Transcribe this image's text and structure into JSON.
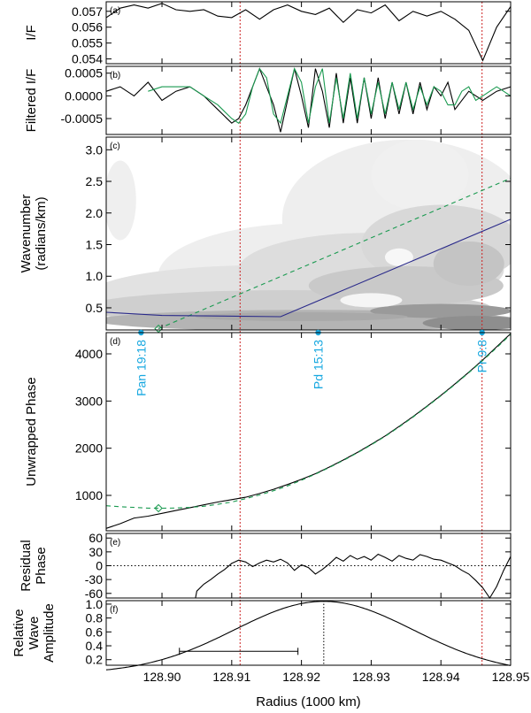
{
  "chart_data": [
    {
      "panel": "a",
      "type": "line",
      "label": "(a)",
      "ylabel": "I/F",
      "xlim": [
        128.892,
        128.95
      ],
      "ylim": [
        0.0537,
        0.0576
      ],
      "yticks": [
        0.054,
        0.055,
        0.056,
        0.057
      ],
      "ytick_labels": [
        "0.054",
        "0.055",
        "0.056",
        "0.057"
      ],
      "series": [
        {
          "color": "#000000",
          "x": [
            128.892,
            128.894,
            128.896,
            128.898,
            128.9,
            128.902,
            128.904,
            128.906,
            128.908,
            128.91,
            128.912,
            128.914,
            128.916,
            128.918,
            128.92,
            128.922,
            128.924,
            128.926,
            128.928,
            128.93,
            128.932,
            128.934,
            128.936,
            128.938,
            128.94,
            128.942,
            128.944,
            128.946,
            128.948,
            128.95
          ],
          "y": [
            0.0566,
            0.0572,
            0.0574,
            0.0572,
            0.0575,
            0.0571,
            0.057,
            0.0571,
            0.0567,
            0.0566,
            0.0571,
            0.0565,
            0.0571,
            0.0574,
            0.057,
            0.0568,
            0.0572,
            0.0563,
            0.0571,
            0.0569,
            0.0574,
            0.0564,
            0.057,
            0.0567,
            0.057,
            0.0565,
            0.0558,
            0.0539,
            0.056,
            0.0573
          ]
        }
      ]
    },
    {
      "panel": "b",
      "type": "line",
      "label": "(b)",
      "ylabel": "Filtered I/F",
      "xlim": [
        128.892,
        128.95
      ],
      "ylim": [
        -0.00085,
        0.00065
      ],
      "yticks": [
        -0.0005,
        0.0,
        0.0005
      ],
      "ytick_labels": [
        "-0.0005",
        "0.0000",
        "0.0005"
      ],
      "series": [
        {
          "color": "#000000",
          "x": [
            128.892,
            128.894,
            128.896,
            128.898,
            128.9,
            128.902,
            128.904,
            128.906,
            128.908,
            128.91,
            128.911,
            128.912,
            128.914,
            128.916,
            128.917,
            128.919,
            128.92,
            128.921,
            128.922,
            128.923,
            128.924,
            128.925,
            128.926,
            128.927,
            128.928,
            128.929,
            128.93,
            128.931,
            128.932,
            128.933,
            128.934,
            128.935,
            128.936,
            128.937,
            128.938,
            128.939,
            128.94,
            128.941,
            128.942,
            128.944,
            128.946,
            128.948,
            128.95
          ],
          "y": [
            0.0001,
            0.0002,
            0.0,
            0.0003,
            -0.0001,
            0.0001,
            0.0002,
            0.0,
            -0.0003,
            -0.0006,
            -0.0005,
            -0.0002,
            0.0006,
            -0.0002,
            -0.0008,
            0.0006,
            0.0,
            -0.0007,
            0.0006,
            0.0001,
            -0.0007,
            0.0005,
            -0.0006,
            0.0004,
            -0.0006,
            0.0004,
            -0.0005,
            0.0004,
            -0.0005,
            0.0003,
            -0.0004,
            0.0003,
            -0.0004,
            0.0003,
            -0.0003,
            0.0002,
            0.0,
            0.0003,
            -0.0003,
            0.0001,
            -0.0001,
            0.0001,
            0.0002
          ]
        },
        {
          "color": "#1a9a50",
          "x": [
            128.898,
            128.9,
            128.902,
            128.904,
            128.906,
            128.908,
            128.91,
            128.911,
            128.912,
            128.913,
            128.914,
            128.915,
            128.916,
            128.917,
            128.918,
            128.919,
            128.92,
            128.921,
            128.922,
            128.923,
            128.924,
            128.925,
            128.926,
            128.927,
            128.928,
            128.929,
            128.93,
            128.931,
            128.932,
            128.933,
            128.934,
            128.935,
            128.936,
            128.937,
            128.938,
            128.939,
            128.94,
            128.941,
            128.942,
            128.943,
            128.944,
            128.945,
            128.946,
            128.947,
            128.948,
            128.949,
            128.95
          ],
          "y": [
            0.0001,
            0.0002,
            0.0002,
            0.0002,
            0.0,
            -0.0002,
            -0.0005,
            -0.0006,
            -0.0004,
            0.0002,
            0.0006,
            0.0004,
            -0.0004,
            -0.0006,
            0.0,
            0.0006,
            0.0003,
            -0.0006,
            0.0002,
            0.0006,
            -0.0006,
            0.0004,
            -0.0005,
            0.0005,
            -0.0005,
            0.0004,
            -0.0004,
            0.0003,
            -0.0004,
            0.0003,
            -0.0003,
            0.0003,
            -0.0003,
            0.0002,
            -0.0002,
            0.0002,
            0.0001,
            -0.0002,
            -0.0002,
            0.0001,
            0.0002,
            -0.0001,
            0.0,
            0.0001,
            0.0002,
            0.0001,
            0.0
          ]
        }
      ]
    },
    {
      "panel": "c",
      "type": "heatmap",
      "label": "(c)",
      "ylabel": "Wavenumber",
      "ylabel2": "(radians/km)",
      "xlim": [
        128.892,
        128.95
      ],
      "ylim": [
        0.15,
        3.2
      ],
      "yticks": [
        0.5,
        1.0,
        1.5,
        2.0,
        2.5,
        3.0
      ],
      "ytick_labels": [
        "0.5",
        "1.0",
        "1.5",
        "2.0",
        "2.5",
        "3.0"
      ],
      "series": [
        {
          "color": "#1a9a50",
          "dashed": true,
          "x": [
            128.8995,
            128.95
          ],
          "y": [
            0.17,
            2.55
          ]
        },
        {
          "color": "#2a2a8a",
          "x": [
            128.892,
            128.9,
            128.917,
            128.935,
            128.95
          ],
          "y": [
            0.43,
            0.38,
            0.36,
            1.2,
            1.9
          ]
        }
      ],
      "marker": {
        "shape": "diamond",
        "color": "#1a9a50",
        "x": 128.8995,
        "y": 0.17
      }
    },
    {
      "panel": "d",
      "type": "line",
      "label": "(d)",
      "ylabel": "Unwrapped Phase",
      "xlim": [
        128.892,
        128.95
      ],
      "ylim": [
        250,
        4450
      ],
      "yticks": [
        1000,
        2000,
        3000,
        4000
      ],
      "ytick_labels": [
        "1000",
        "2000",
        "3000",
        "4000"
      ],
      "series": [
        {
          "color": "#000000",
          "x": [
            128.892,
            128.894,
            128.896,
            128.898,
            128.9,
            128.902,
            128.904,
            128.906,
            128.908,
            128.91,
            128.912,
            128.914,
            128.916,
            128.918,
            128.92,
            128.922,
            128.924,
            128.926,
            128.928,
            128.93,
            128.932,
            128.934,
            128.936,
            128.938,
            128.94,
            128.942,
            128.944,
            128.946,
            128.948,
            128.95
          ],
          "y": [
            300,
            400,
            520,
            560,
            620,
            680,
            740,
            800,
            860,
            910,
            960,
            1040,
            1130,
            1230,
            1340,
            1460,
            1600,
            1750,
            1910,
            2080,
            2260,
            2460,
            2670,
            2890,
            3120,
            3360,
            3610,
            3870,
            4150,
            4430
          ]
        },
        {
          "color": "#1a9a50",
          "dashed": true,
          "x": [
            128.892,
            128.894,
            128.896,
            128.898,
            128.9,
            128.902,
            128.904,
            128.906,
            128.908,
            128.91,
            128.912,
            128.914,
            128.916,
            128.918,
            128.92,
            128.922,
            128.924,
            128.926,
            128.928,
            128.93,
            128.932,
            128.934,
            128.936,
            128.938,
            128.94,
            128.942,
            128.944,
            128.946,
            128.948,
            128.95
          ],
          "y": [
            780,
            760,
            745,
            730,
            728,
            732,
            745,
            770,
            810,
            860,
            930,
            1010,
            1100,
            1200,
            1320,
            1450,
            1590,
            1740,
            1900,
            2070,
            2250,
            2450,
            2660,
            2880,
            3110,
            3350,
            3600,
            3860,
            4130,
            4410
          ]
        }
      ],
      "marker": {
        "shape": "diamond",
        "color": "#1a9a50",
        "x": 128.8995,
        "y": 728
      },
      "resonance_labels": [
        {
          "text": "Pan 19:18",
          "x": 128.897
        },
        {
          "text": "Pd 15:13",
          "x": 128.9224
        },
        {
          "text": "Pr 9:8",
          "x": 128.9459
        }
      ]
    },
    {
      "panel": "e",
      "type": "line",
      "label": "(e)",
      "ylabel": "Residual",
      "ylabel2": "Phase",
      "xlim": [
        128.892,
        128.95
      ],
      "ylim": [
        -70,
        70
      ],
      "yticks": [
        -60,
        -30,
        0,
        30,
        60
      ],
      "ytick_labels": [
        "-60",
        "-30",
        "0",
        "30",
        "60"
      ],
      "series": [
        {
          "color": "#000000",
          "x": [
            128.9048,
            128.905,
            128.906,
            128.907,
            128.908,
            128.909,
            128.91,
            128.911,
            128.912,
            128.913,
            128.914,
            128.915,
            128.916,
            128.917,
            128.918,
            128.919,
            128.92,
            128.921,
            128.922,
            128.923,
            128.924,
            128.925,
            128.926,
            128.927,
            128.928,
            128.929,
            128.93,
            128.931,
            128.932,
            128.933,
            128.934,
            128.935,
            128.936,
            128.937,
            128.938,
            128.939,
            128.94,
            128.941,
            128.942,
            128.943,
            128.944,
            128.945,
            128.946,
            128.947,
            128.948,
            128.949,
            128.95
          ],
          "y": [
            -70,
            -55,
            -40,
            -30,
            -18,
            -8,
            5,
            12,
            8,
            -2,
            6,
            12,
            8,
            14,
            6,
            -10,
            2,
            -4,
            -18,
            -8,
            4,
            18,
            10,
            22,
            14,
            20,
            12,
            25,
            18,
            10,
            22,
            16,
            12,
            24,
            20,
            14,
            12,
            6,
            0,
            -10,
            -18,
            -32,
            -48,
            -70,
            -45,
            -10,
            20
          ]
        }
      ]
    },
    {
      "panel": "f",
      "type": "line",
      "label": "(f)",
      "ylabel": "Relative",
      "ylabel2": "Wave",
      "ylabel3": "Amplitude",
      "xlabel": "Radius (1000 km)",
      "xlim": [
        128.892,
        128.95
      ],
      "ylim": [
        0.12,
        1.05
      ],
      "yticks": [
        0.2,
        0.4,
        0.6,
        0.8,
        1.0
      ],
      "ytick_labels": [
        "0.2",
        "0.4",
        "0.6",
        "0.8",
        "1.0"
      ],
      "xticks": [
        128.9,
        128.91,
        128.92,
        128.93,
        128.94,
        128.95
      ],
      "xtick_labels": [
        "128.90",
        "128.91",
        "128.92",
        "128.93",
        "128.94",
        "128.95"
      ],
      "series": [
        {
          "color": "#000000",
          "gaussian": {
            "center": 128.9232,
            "sigma": 0.0128,
            "amplitude": 1.04
          }
        }
      ],
      "error_bar": {
        "x0": 128.9025,
        "x1": 128.9195,
        "y": 0.32
      },
      "center_marker": {
        "x": 128.9232
      }
    }
  ],
  "reference_lines": [
    128.9112,
    128.9459
  ]
}
